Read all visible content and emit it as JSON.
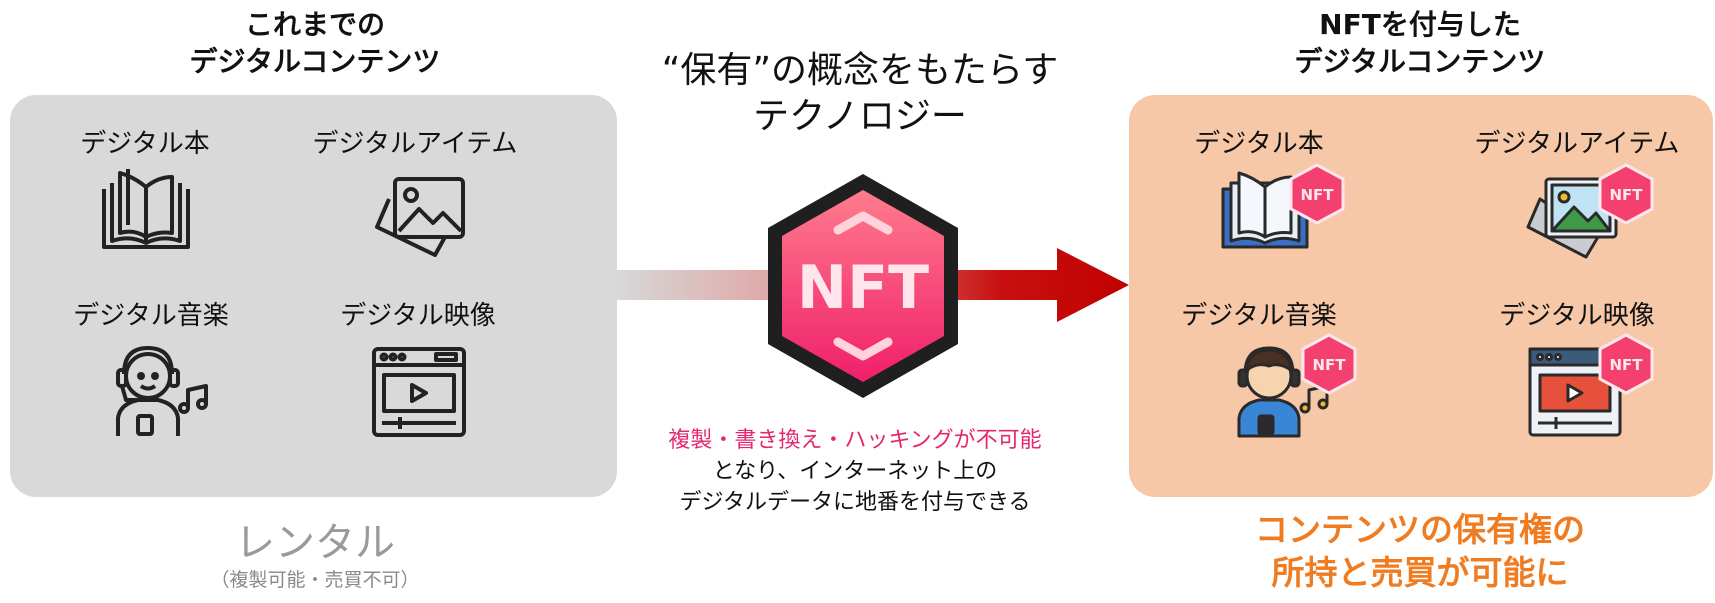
{
  "left": {
    "title_line1": "これまでの",
    "title_line2": "デジタルコンテンツ",
    "items": [
      {
        "label": "デジタル本",
        "icon": "book-icon"
      },
      {
        "label": "デジタルアイテム",
        "icon": "image-icon"
      },
      {
        "label": "デジタル音楽",
        "icon": "music-person-icon"
      },
      {
        "label": "デジタル映像",
        "icon": "video-player-icon"
      }
    ],
    "caption": "レンタル",
    "caption_sub": "（複製可能・売買不可）"
  },
  "center": {
    "tagline_line1": "“保有”の概念をもたらす",
    "tagline_line2": "テクノロジー",
    "badge_text": "NFT",
    "note_highlight": "複製・書き換え・ハッキングが不可能",
    "note_line2": "となり、インターネット上の",
    "note_line3": "デジタルデータに地番を付与できる"
  },
  "right": {
    "title_line1": "NFTを付与した",
    "title_line2": "デジタルコンテンツ",
    "items": [
      {
        "label": "デジタル本",
        "icon": "book-icon"
      },
      {
        "label": "デジタルアイテム",
        "icon": "image-icon"
      },
      {
        "label": "デジタル音楽",
        "icon": "music-person-icon"
      },
      {
        "label": "デジタル映像",
        "icon": "video-player-icon"
      }
    ],
    "nft_tag": "NFT",
    "result_line1": "コンテンツの保有権の",
    "result_line2": "所持と売買が可能に"
  },
  "colors": {
    "left_panel": "#d9d9d9",
    "right_panel": "#f6c8a8",
    "accent_pink": "#e5286d",
    "arrow_red": "#c00000",
    "result_orange": "#f07c22"
  }
}
